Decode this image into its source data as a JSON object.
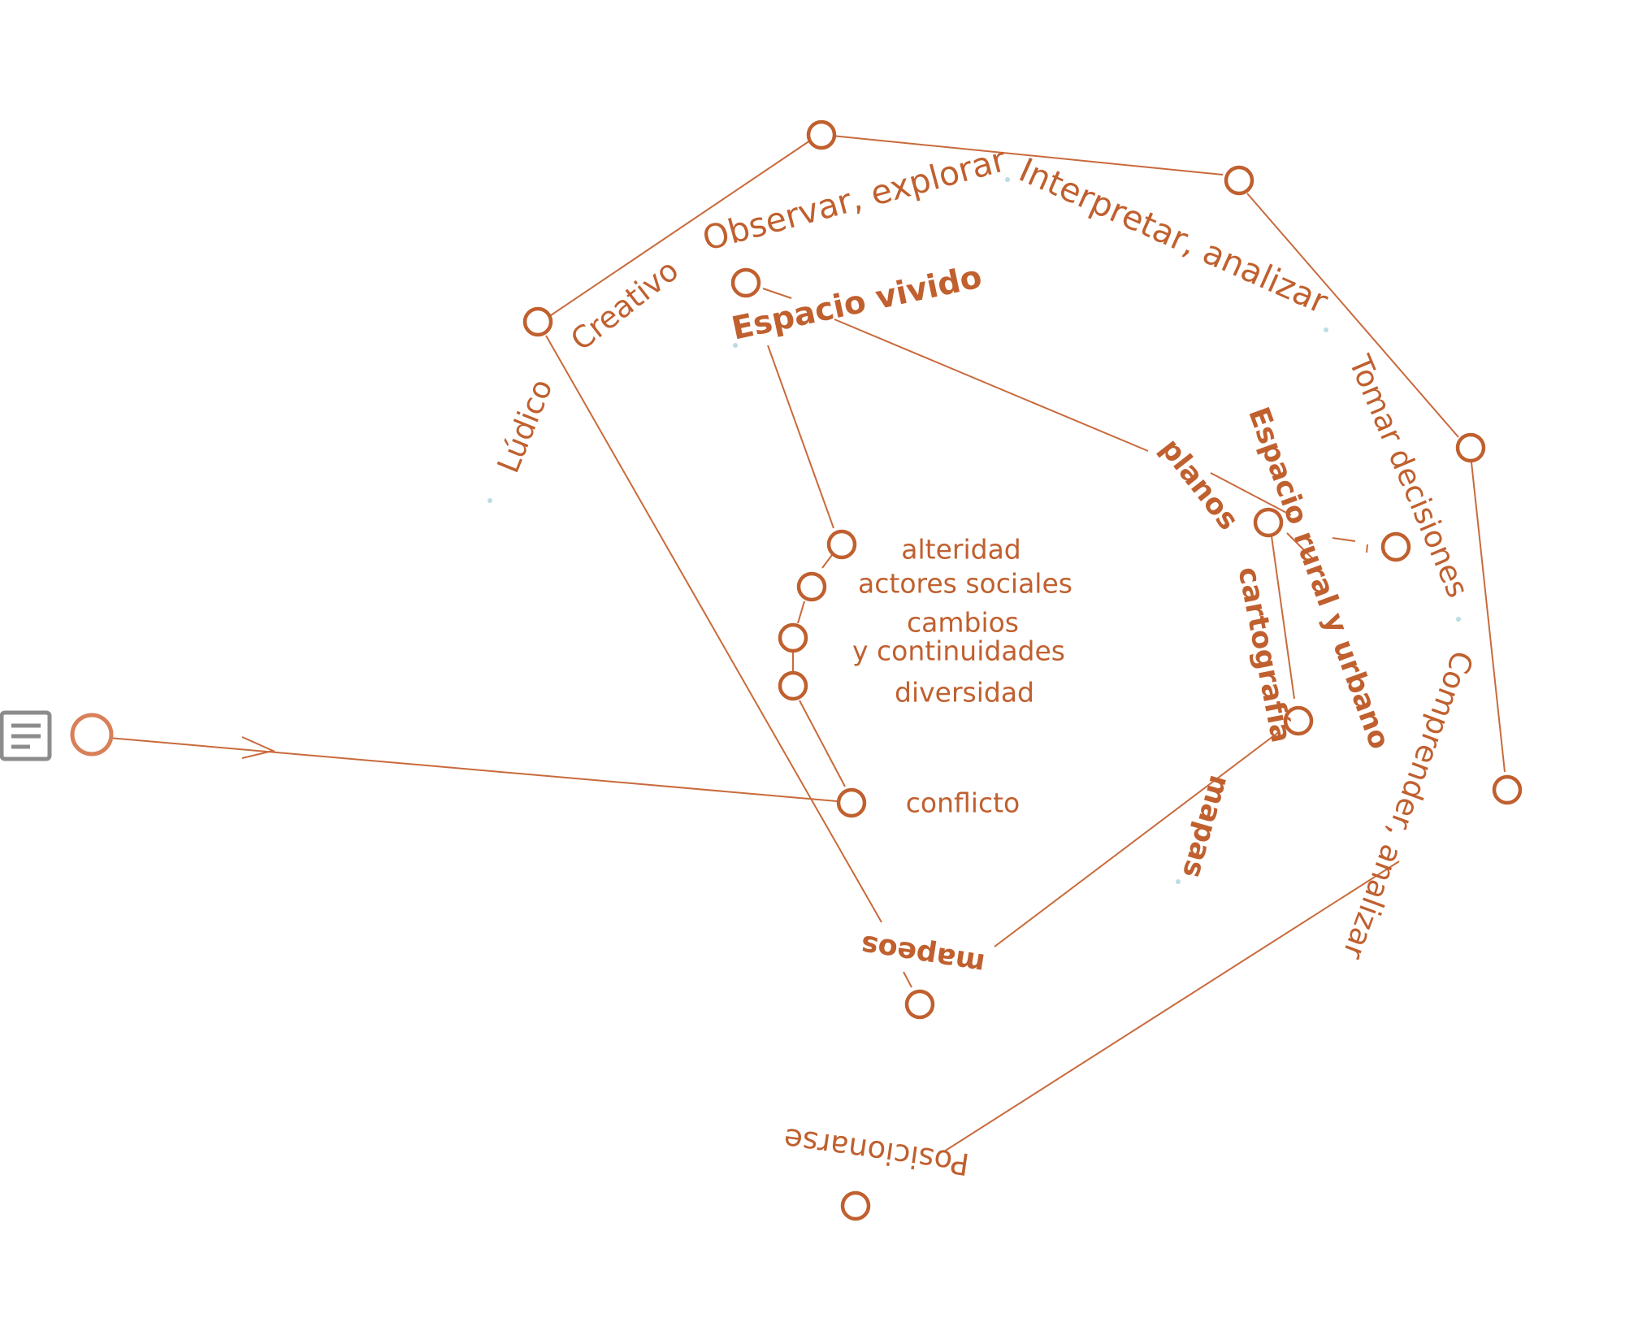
{
  "colors": {
    "accent": "#c0602f",
    "line": "#c96a3c",
    "icon": "#8c8c8c",
    "start_node": "#d8805a",
    "dot": "#b9dde3",
    "background": "#ffffff"
  },
  "controls": {
    "document_icon": "document-icon"
  },
  "labels": {
    "ludico": "Lúdico",
    "creativo": "Creativo",
    "observar": "Observar, explorar",
    "interpretar": "Interpretar, analizar",
    "tomar": "Tomar decisiones",
    "comprender": "Comprender, analizar",
    "posicionarse": "Posicionarse",
    "espacio_vivido": "Espacio vivido",
    "espacio_rural": "Espacio rural y urbano",
    "planos": "planos",
    "cartografia": "cartografía",
    "mapas": "mapas",
    "mapeos": "mapeos",
    "alteridad": "alteridad",
    "actores": "actores sociales",
    "cambios": "cambios",
    "continuidades": "y continuidades",
    "diversidad": "diversidad",
    "conflicto": "conflicto"
  }
}
